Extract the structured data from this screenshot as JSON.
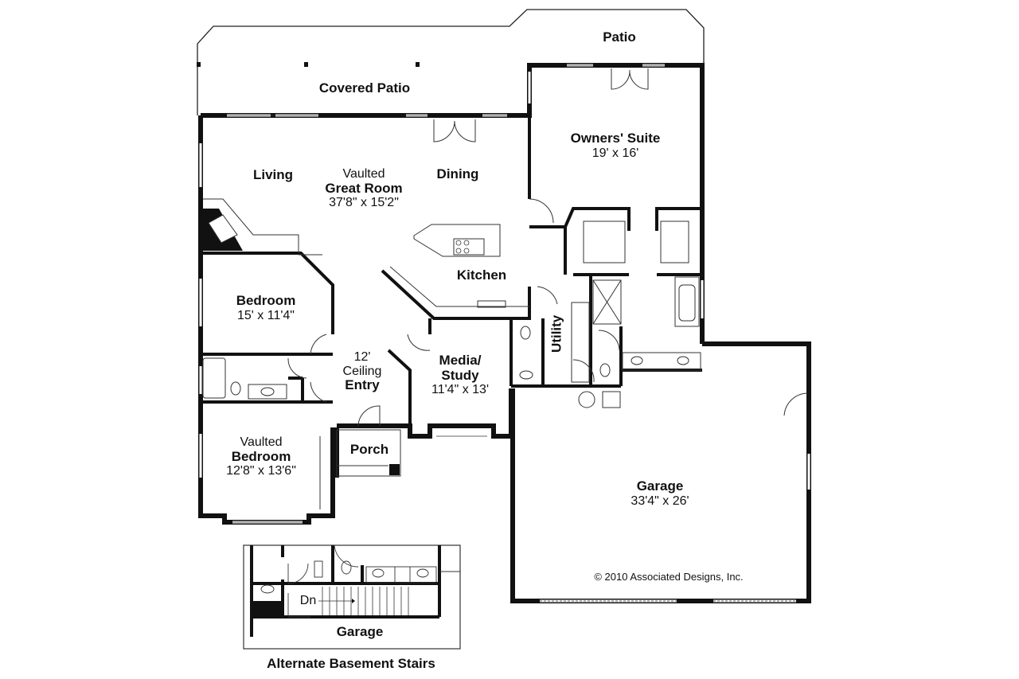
{
  "plan": {
    "rooms": [
      {
        "id": "patio",
        "name": "Patio"
      },
      {
        "id": "covered-patio",
        "name": "Covered Patio"
      },
      {
        "id": "owners-suite",
        "name": "Owners' Suite",
        "dims": "19' x 16'"
      },
      {
        "id": "living",
        "name": "Living"
      },
      {
        "id": "great-room",
        "prefix": "Vaulted",
        "name": "Great Room",
        "dims": "37'8\" x 15'2\""
      },
      {
        "id": "dining",
        "name": "Dining"
      },
      {
        "id": "kitchen",
        "name": "Kitchen"
      },
      {
        "id": "bedroom-1",
        "name": "Bedroom",
        "dims": "15' x 11'4\""
      },
      {
        "id": "utility",
        "name": "Utility"
      },
      {
        "id": "entry",
        "prefix1": "12'",
        "prefix2": "Ceiling",
        "name": "Entry"
      },
      {
        "id": "media-study",
        "name1": "Media/",
        "name2": "Study",
        "dims": "11'4\" x 13'"
      },
      {
        "id": "bedroom-2",
        "prefix": "Vaulted",
        "name": "Bedroom",
        "dims": "12'8\" x 13'6\""
      },
      {
        "id": "porch",
        "name": "Porch"
      },
      {
        "id": "garage",
        "name": "Garage",
        "dims": "33'4\" x 26'"
      }
    ],
    "copyright": "© 2010 Associated Designs, Inc."
  },
  "inset": {
    "stair_label": "Dn",
    "garage_label": "Garage",
    "caption": "Alternate Basement Stairs"
  }
}
